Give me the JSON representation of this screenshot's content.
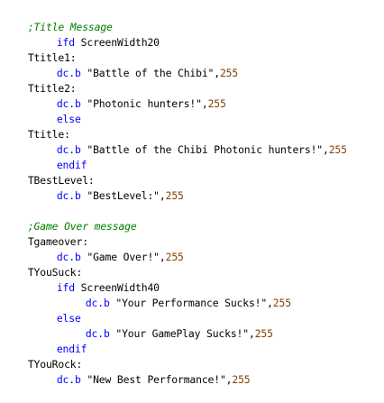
{
  "colors": {
    "comment": "#008000",
    "keyword": "#0000ff",
    "text": "#000000",
    "number": "#804000",
    "background": "#ffffff"
  },
  "code": {
    "comment_title": ";Title Message",
    "l2_kw": "ifd",
    "l2_arg": " ScreenWidth20",
    "label_ttitle1": "Ttitle1:",
    "l4_kw": "dc.b",
    "l4_str": " \"Battle of the Chibi\",",
    "l4_num": "255",
    "label_ttitle2": "Ttitle2:",
    "l6_kw": "dc.b",
    "l6_str": " \"Photonic hunters!\",",
    "l6_num": "255",
    "l7_kw": "else",
    "label_ttitle": "Ttitle:",
    "l9_kw": "dc.b",
    "l9_str": " \"Battle of the Chibi Photonic hunters!\",",
    "l9_num": "255",
    "l10_kw": "endif",
    "label_tbestlevel": "TBestLevel:",
    "l12_kw": "dc.b",
    "l12_str": " \"BestLevel:\",",
    "l12_num": "255",
    "comment_gameover": ";Game Over message",
    "label_tgameover": "Tgameover:",
    "l16_kw": "dc.b",
    "l16_str": " \"Game Over!\",",
    "l16_num": "255",
    "label_tyousuck": "TYouSuck:",
    "l18_kw": "ifd",
    "l18_arg": " ScreenWidth40",
    "l19_kw": "dc.b",
    "l19_str": " \"Your Performance Sucks!\",",
    "l19_num": "255",
    "l20_kw": "else",
    "l21_kw": "dc.b",
    "l21_str": " \"Your GamePlay Sucks!\",",
    "l21_num": "255",
    "l22_kw": "endif",
    "label_tyourock": "TYouRock:",
    "l24_kw": "dc.b",
    "l24_str": " \"New Best Performance!\",",
    "l24_num": "255"
  }
}
